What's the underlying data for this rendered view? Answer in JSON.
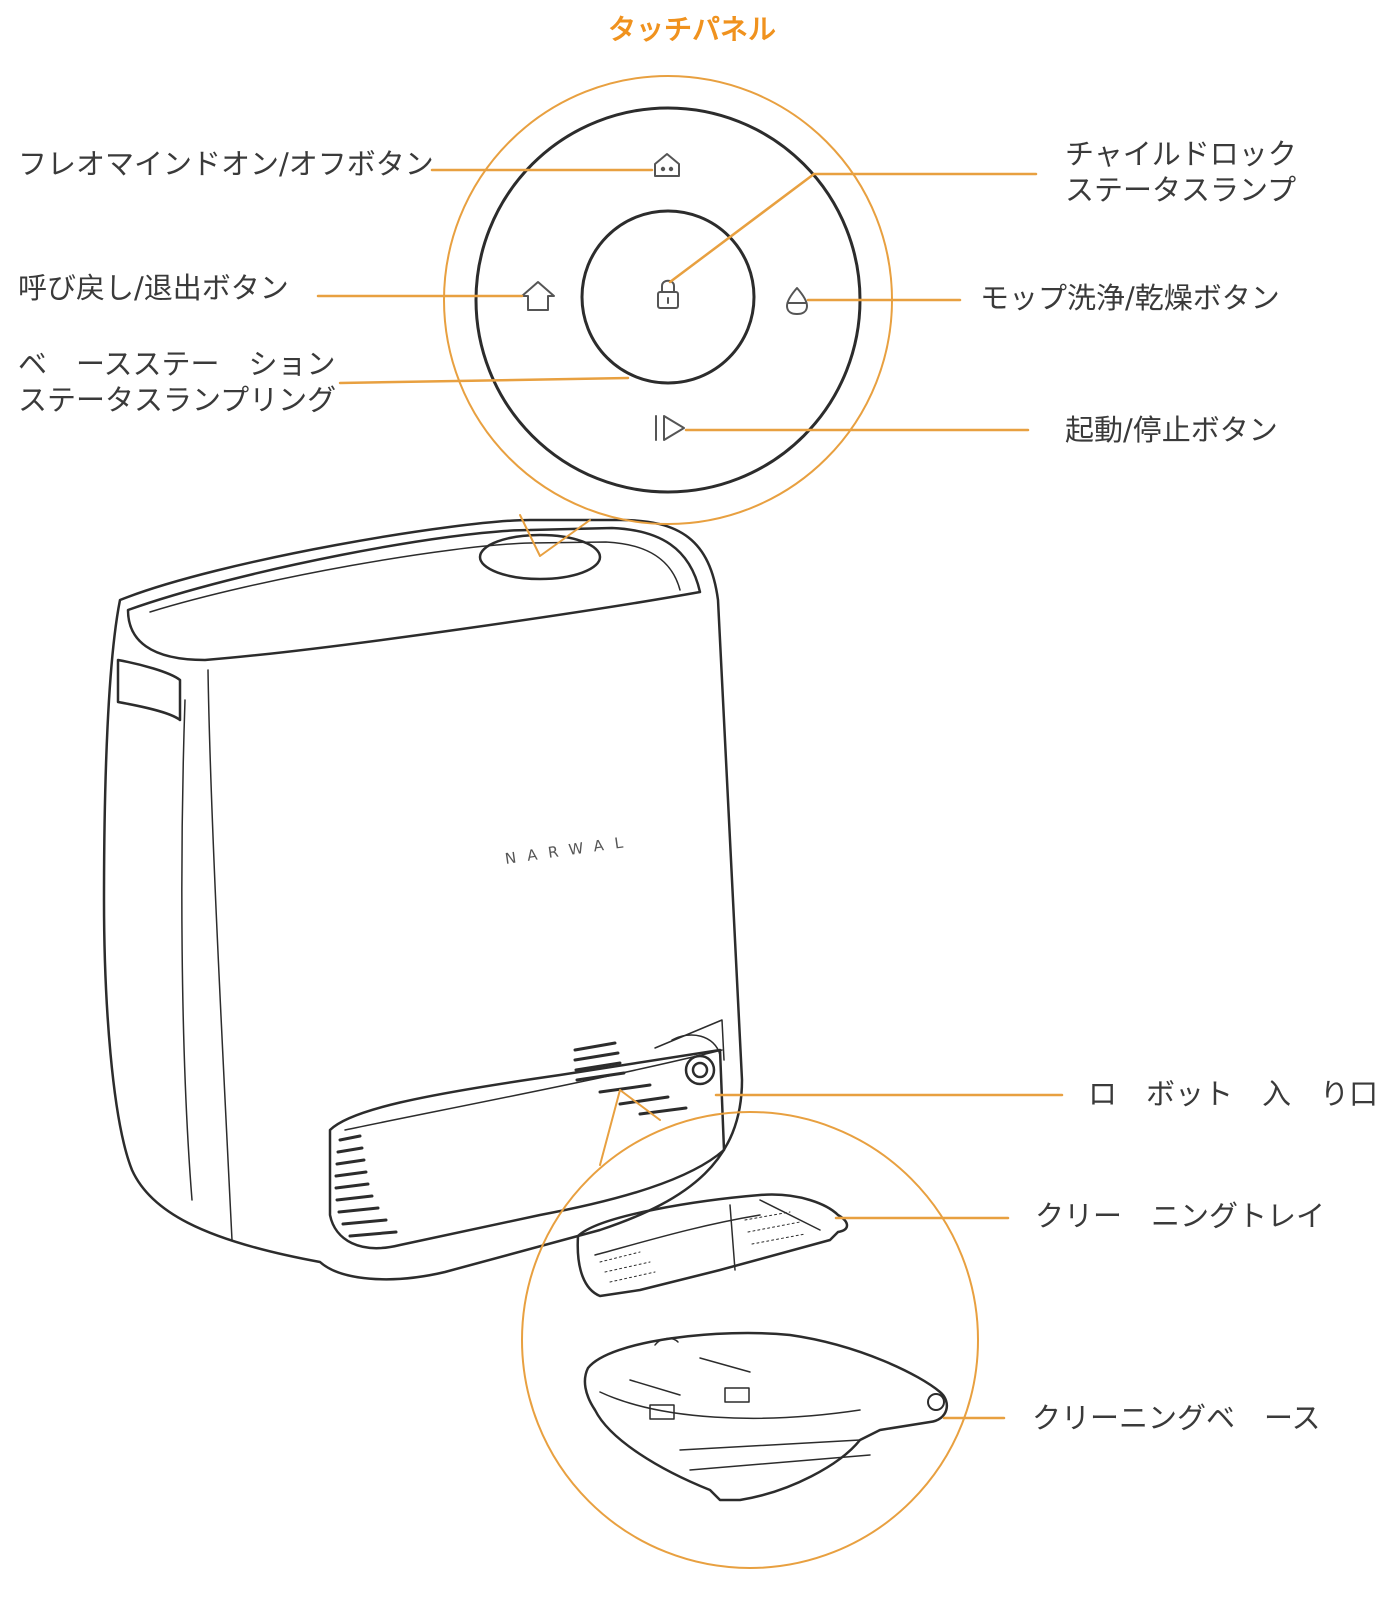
{
  "title": "タッチパネル",
  "brand": "NARWAL",
  "colors": {
    "accent": "#F0921E",
    "line": "#E8A040",
    "outline": "#2c2c2c",
    "text": "#3a3a3a"
  },
  "labels": {
    "power_button": "フレオマインドオン/オフボタン",
    "child_lock_line1": "チャイルドロック",
    "child_lock_line2": "ステータスランプ",
    "recall_button": "呼び戻し/退出ボタン",
    "mop_button": "モップ洗浄/乾燥ボタン",
    "base_ring_line1": "ベ　ースステー　ション",
    "base_ring_line2": "ステータスランプリング",
    "start_button": "起動/停止ボタン",
    "robot_entry": "ロ　ボット　入　り口",
    "cleaning_tray": "クリー　ニングトレイ",
    "cleaning_base": "クリーニングベ　ース"
  },
  "icons": [
    "power-icon",
    "home-icon",
    "lock-icon",
    "drop-icon",
    "play-icon"
  ]
}
